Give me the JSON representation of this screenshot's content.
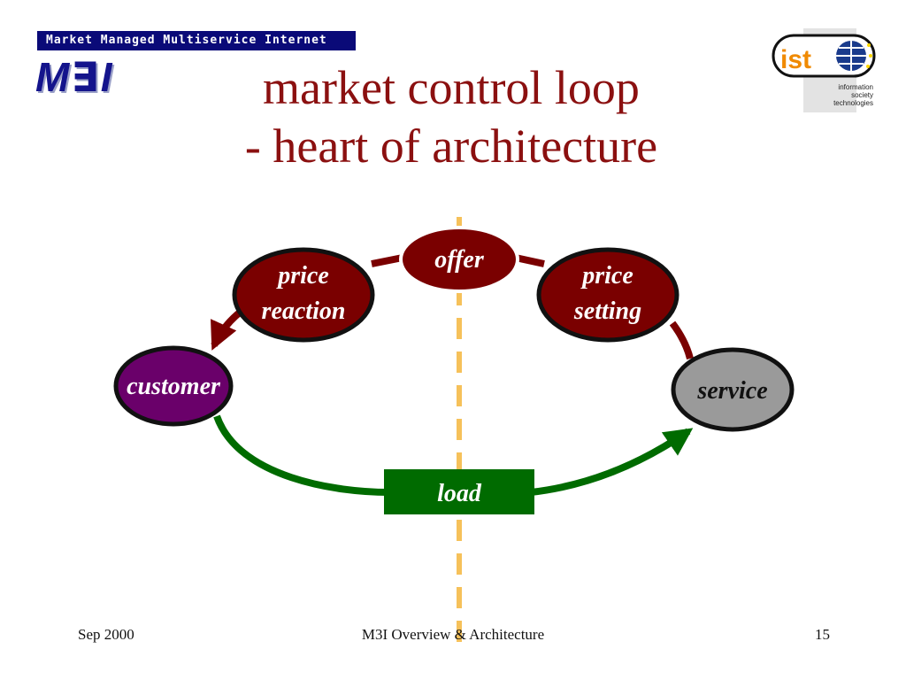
{
  "header": {
    "banner": "Market Managed Multiservice Internet",
    "m3i_logo_text": "M∃I",
    "ist_logo": {
      "text": "ist",
      "caption": [
        "information",
        "society",
        "technologies"
      ],
      "icon": "eu-globe-icon"
    }
  },
  "title": {
    "line1": "market control loop",
    "line2": "- heart of architecture"
  },
  "diagram": {
    "nodes": {
      "offer": "offer",
      "price_reaction": [
        "price",
        "reaction"
      ],
      "price_setting": [
        "price",
        "setting"
      ],
      "customer": "customer",
      "service": "service",
      "load": "load"
    },
    "colors": {
      "dark_red": "#7a0000",
      "purple": "#6a006a",
      "gray": "#9a9a9a",
      "green": "#006b00",
      "divider": "#f6c15a"
    }
  },
  "footer": {
    "date": "Sep 2000",
    "center": "M3I Overview & Architecture",
    "page": "15"
  }
}
